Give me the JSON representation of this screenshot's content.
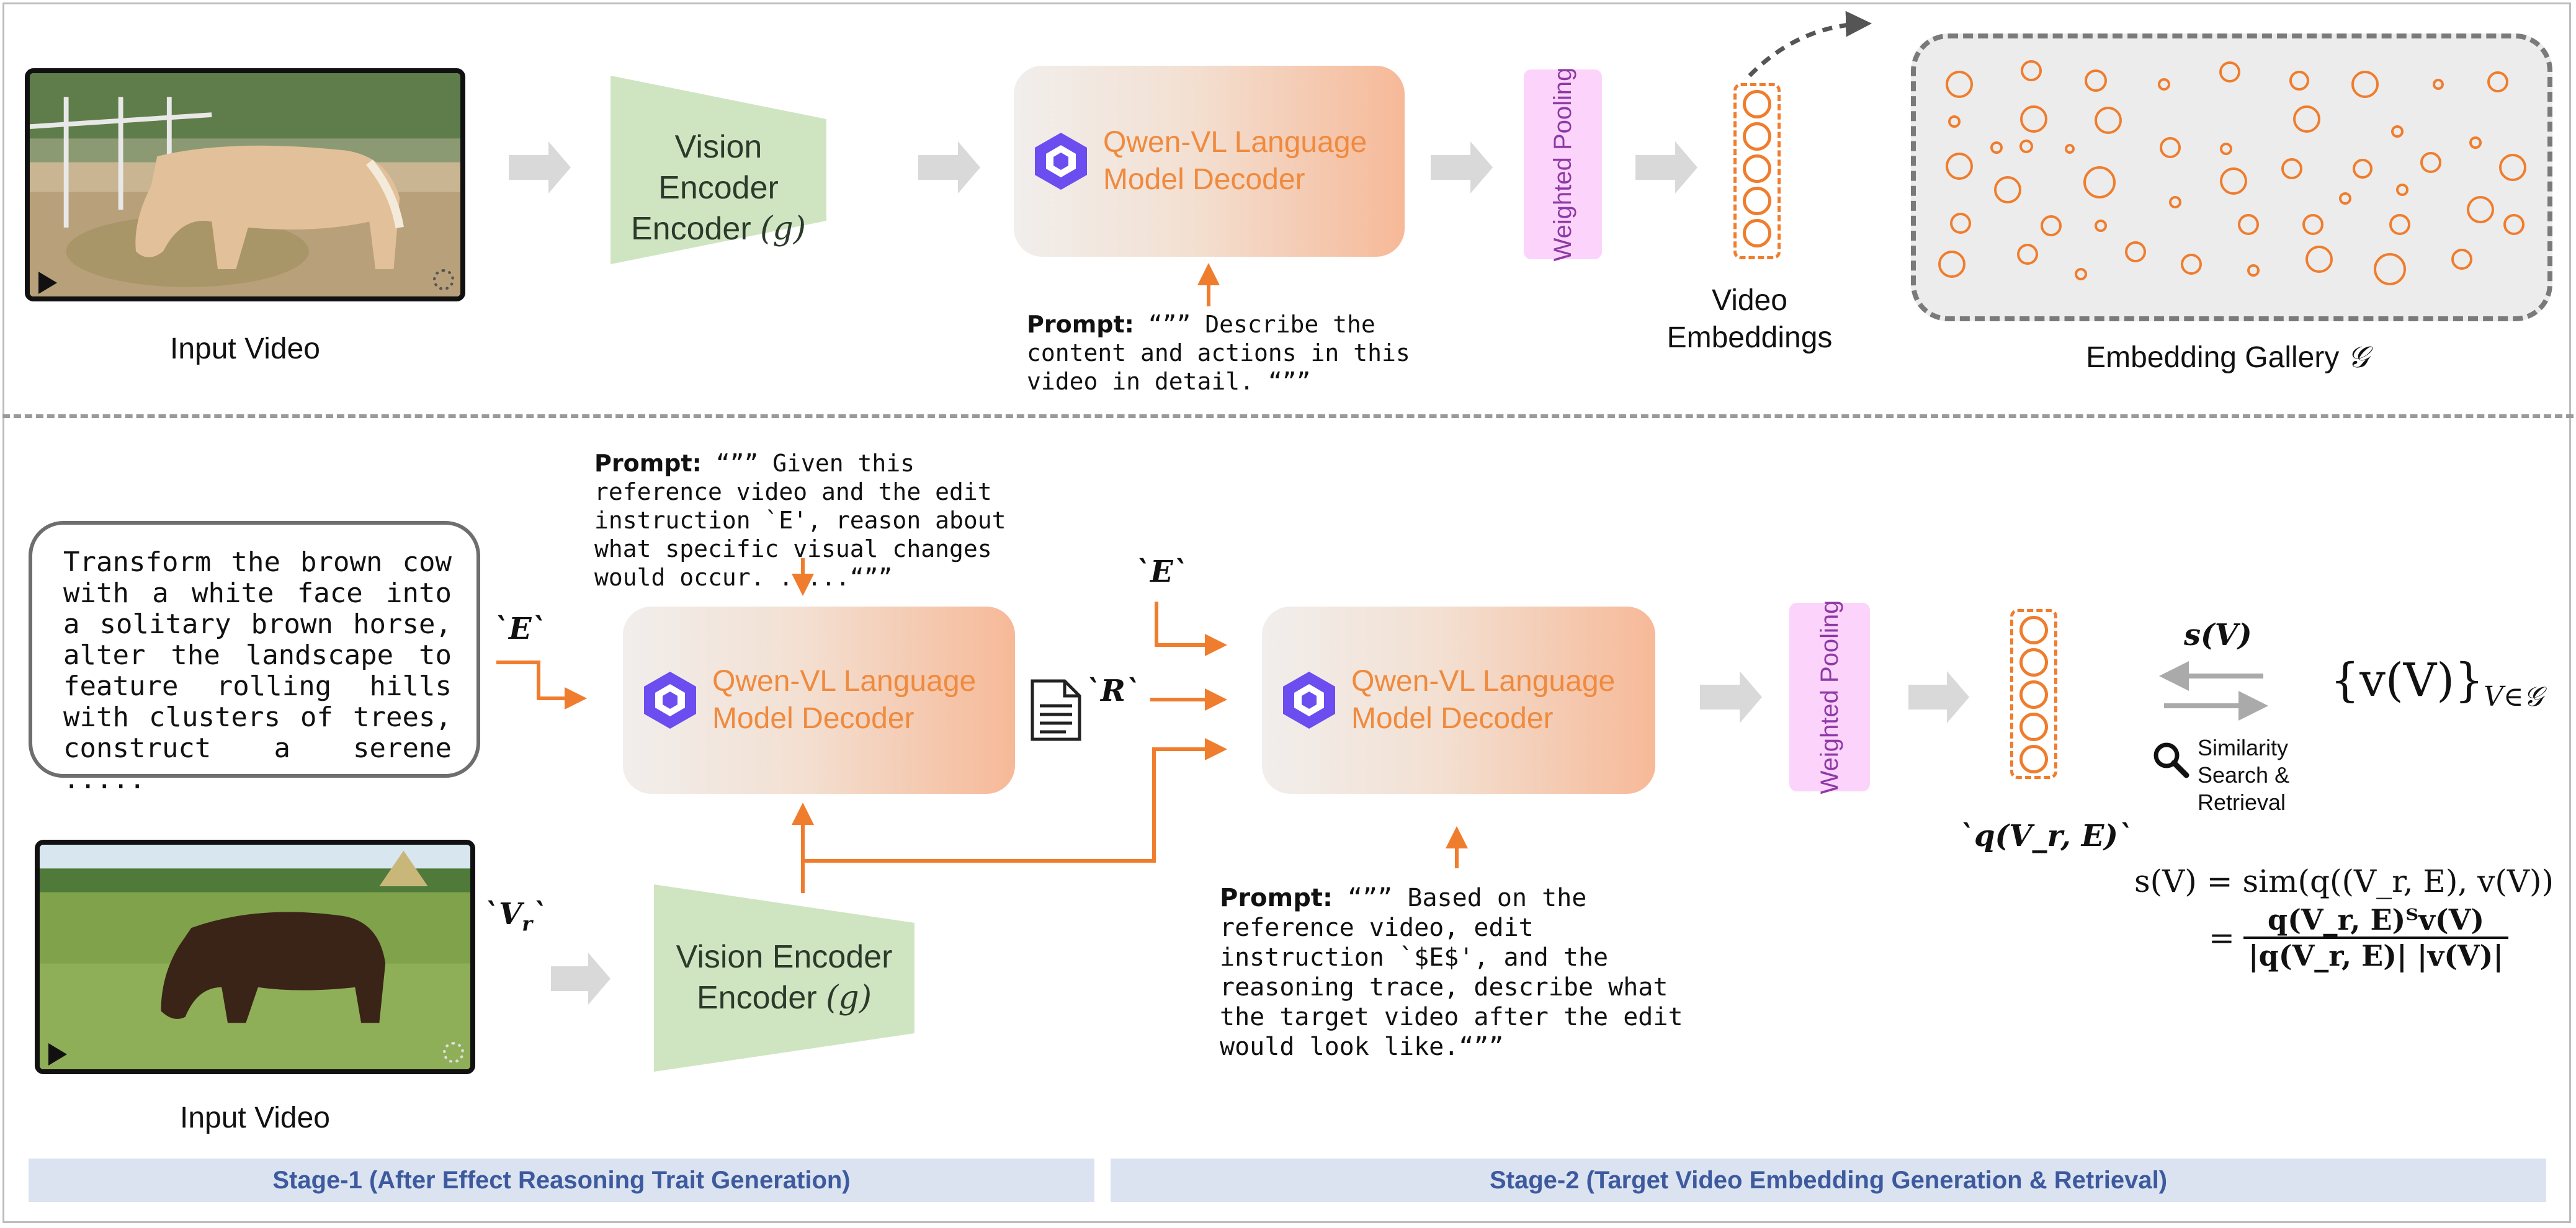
{
  "stage1": {
    "input_video_caption": "Input Video",
    "vision_encoder_label": "Vision Encoder",
    "vision_encoder_var": "(g)",
    "decoder_label_line1": "Qwen-VL Language",
    "decoder_label_line2": "Model Decoder",
    "prompt_bold": "Prompt:",
    "prompt_text": "“”” Describe the content and actions in this video in detail. “””",
    "pooling_label": "Weighted Pooling",
    "video_embeddings_caption": "Video Embeddings",
    "gallery_caption": "Embedding Gallery",
    "gallery_symbol": "𝒢"
  },
  "stage2": {
    "instruction_text": "Transform the brown cow with a white face into a solitary brown horse, alter the landscape to feature rolling hills with clusters of trees, construct a serene .....",
    "label_E_left": "`E`",
    "label_E_top": "`E`",
    "label_R": "`R`",
    "label_Vr": "`V",
    "label_Vr_sub": "r",
    "label_Vr_end": "`",
    "prompt1_bold": "Prompt:",
    "prompt1_text": "“”” Given this reference video and the edit instruction `E', reason about what specific visual changes would occur. .....“””",
    "decoder1_line1": "Qwen-VL Language",
    "decoder1_line2": "Model Decoder",
    "decoder2_line1": "Qwen-VL Language",
    "decoder2_line2": "Model Decoder",
    "vision_encoder_label": "Vision Encoder",
    "vision_encoder_var": "(g)",
    "input_video_caption": "Input Video",
    "prompt2_bold": "Prompt:",
    "prompt2_text": "“”” Based on the reference video, edit instruction `$E$', and the reasoning trace, describe what the target video after the edit would look like.“””",
    "pooling_label": "Weighted Pooling",
    "query_embedding_label": "`q(V_r, E)`",
    "similarity_label": "s(V)",
    "gallery_set": "{v(V)}",
    "gallery_set_sub": "V∈𝒢",
    "search_text": "Similarity Search & Retrieval",
    "formula_line1": "s(V) = sim(q((V_r, E), v(V))",
    "formula_numerator": "q(V_r, E)ᵀv(V)",
    "formula_denominator": "|q(V_r, E)| |v(V)|"
  },
  "stages": {
    "stage1_title": "Stage-1 (After Effect Reasoning Trait Generation)",
    "stage2_title": "Stage-2 (Target Video Embedding Generation & Retrieval)"
  },
  "colors": {
    "accent_orange": "#ef7d2d",
    "encoder_green": "#cfe5c2",
    "pooling_pink": "#fbd3fb",
    "pooling_text": "#8e3aa4",
    "stage_bar": "#dbe3f1",
    "stage_text": "#3d5a9e"
  },
  "icons": [
    "play-icon",
    "gear-icon",
    "qwen-logo-icon",
    "document-icon",
    "search-icon"
  ]
}
